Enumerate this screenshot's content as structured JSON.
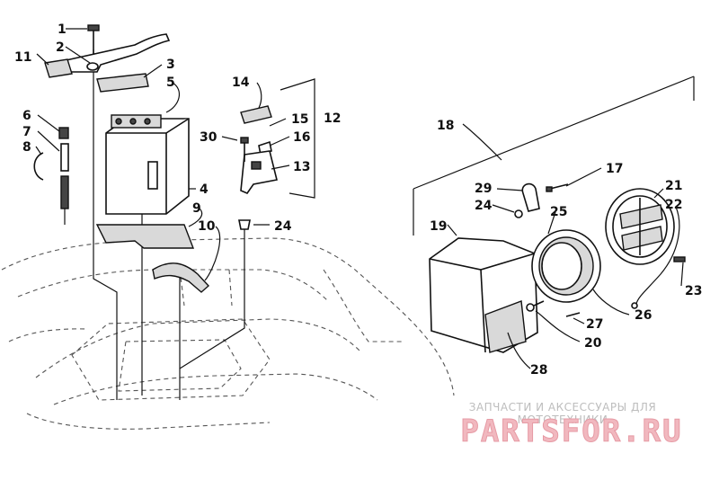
{
  "callouts": {
    "c1": "1",
    "c2": "2",
    "c3": "3",
    "c4": "4",
    "c5": "5",
    "c6": "6",
    "c7": "7",
    "c8": "8",
    "c9": "9",
    "c10": "10",
    "c11": "11",
    "c12": "12",
    "c13": "13",
    "c14": "14",
    "c15": "15",
    "c16": "16",
    "c17": "17",
    "c18": "18",
    "c19": "19",
    "c20": "20",
    "c21": "21",
    "c22": "22",
    "c23": "23",
    "c24a": "24",
    "c24b": "24",
    "c25": "25",
    "c26": "26",
    "c27": "27",
    "c28": "28",
    "c29": "29",
    "c30": "30"
  },
  "watermark": {
    "caption": "ЗАПЧАСТИ И АКСЕССУАРЫ ДЛЯ МОТОТЕХНИКИ",
    "logo": "PARTSFOR.RU"
  }
}
